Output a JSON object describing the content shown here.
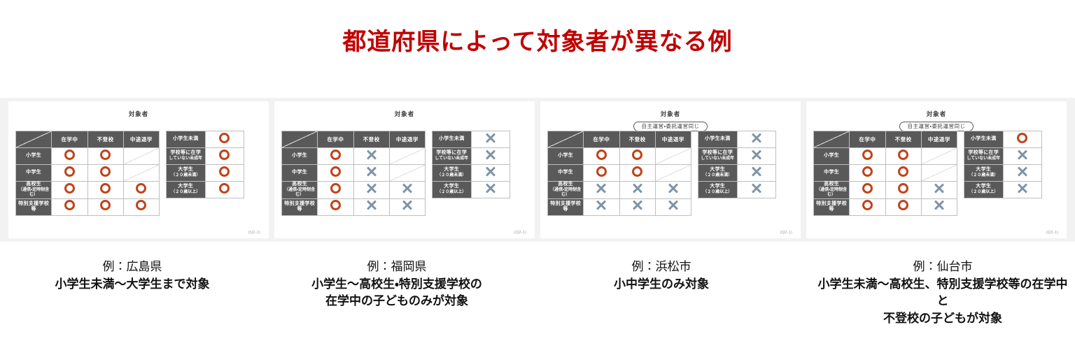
{
  "title": "都道府県によって対象者が異なる例",
  "accent_color": "#c00000",
  "circle_color": "#c0431a",
  "cross_color": "#7d94a8",
  "header_bg": "#595959",
  "band_bg": "#f2f2f2",
  "table": {
    "caption": "対象者",
    "columns": [
      "在学中",
      "不登校",
      "中途退学"
    ],
    "rows": [
      {
        "label": "小学生",
        "sub": ""
      },
      {
        "label": "中学生",
        "sub": ""
      },
      {
        "label": "高校生",
        "sub": "（通信・定時制含む）"
      },
      {
        "label": "特別支援学校等",
        "sub": ""
      }
    ],
    "sub_rows": [
      {
        "label": "小学生未満",
        "sub": ""
      },
      {
        "label": "学校等に在学",
        "sub": "していない未成年"
      },
      {
        "label": "大学生",
        "sub": "（２０歳未満）"
      },
      {
        "label": "大学生",
        "sub": "（２０歳以上）"
      }
    ],
    "footnote": "(Q2-1)",
    "badge_label": "自主運営・委託運営同じ"
  },
  "cards": [
    {
      "name": "hiroshima",
      "has_badge": false,
      "grid": [
        [
          "o",
          "o",
          "na"
        ],
        [
          "o",
          "o",
          "na"
        ],
        [
          "o",
          "o",
          "o"
        ],
        [
          "o",
          "o",
          "o"
        ]
      ],
      "sub_grid": [
        "o",
        "o",
        "o",
        "o"
      ],
      "caption": [
        "例：広島県",
        "小学生未満～大学生まで対象"
      ]
    },
    {
      "name": "fukuoka",
      "has_badge": false,
      "grid": [
        [
          "o",
          "x",
          "na"
        ],
        [
          "o",
          "x",
          "na"
        ],
        [
          "o",
          "x",
          "x"
        ],
        [
          "o",
          "x",
          "x"
        ]
      ],
      "sub_grid": [
        "x",
        "x",
        "x",
        "x"
      ],
      "caption": [
        "例：福岡県",
        "小学生～高校生・特別支援学校の",
        "在学中の子どものみが対象"
      ]
    },
    {
      "name": "hamamatsu",
      "has_badge": true,
      "grid": [
        [
          "o",
          "o",
          "na"
        ],
        [
          "o",
          "o",
          "na"
        ],
        [
          "x",
          "x",
          "x"
        ],
        [
          "x",
          "x",
          "x"
        ]
      ],
      "sub_grid": [
        "x",
        "x",
        "x",
        "x"
      ],
      "caption": [
        "例：浜松市",
        "小中学生のみ対象"
      ]
    },
    {
      "name": "sendai",
      "has_badge": true,
      "grid": [
        [
          "o",
          "o",
          "na"
        ],
        [
          "o",
          "o",
          "na"
        ],
        [
          "o",
          "o",
          "x"
        ],
        [
          "o",
          "o",
          "x"
        ]
      ],
      "sub_grid": [
        "o",
        "x",
        "x",
        "x"
      ],
      "caption": [
        "例：仙台市",
        "小学生未満～高校生、特別支援学校等の在学中と",
        "不登校の子どもが対象"
      ]
    }
  ]
}
